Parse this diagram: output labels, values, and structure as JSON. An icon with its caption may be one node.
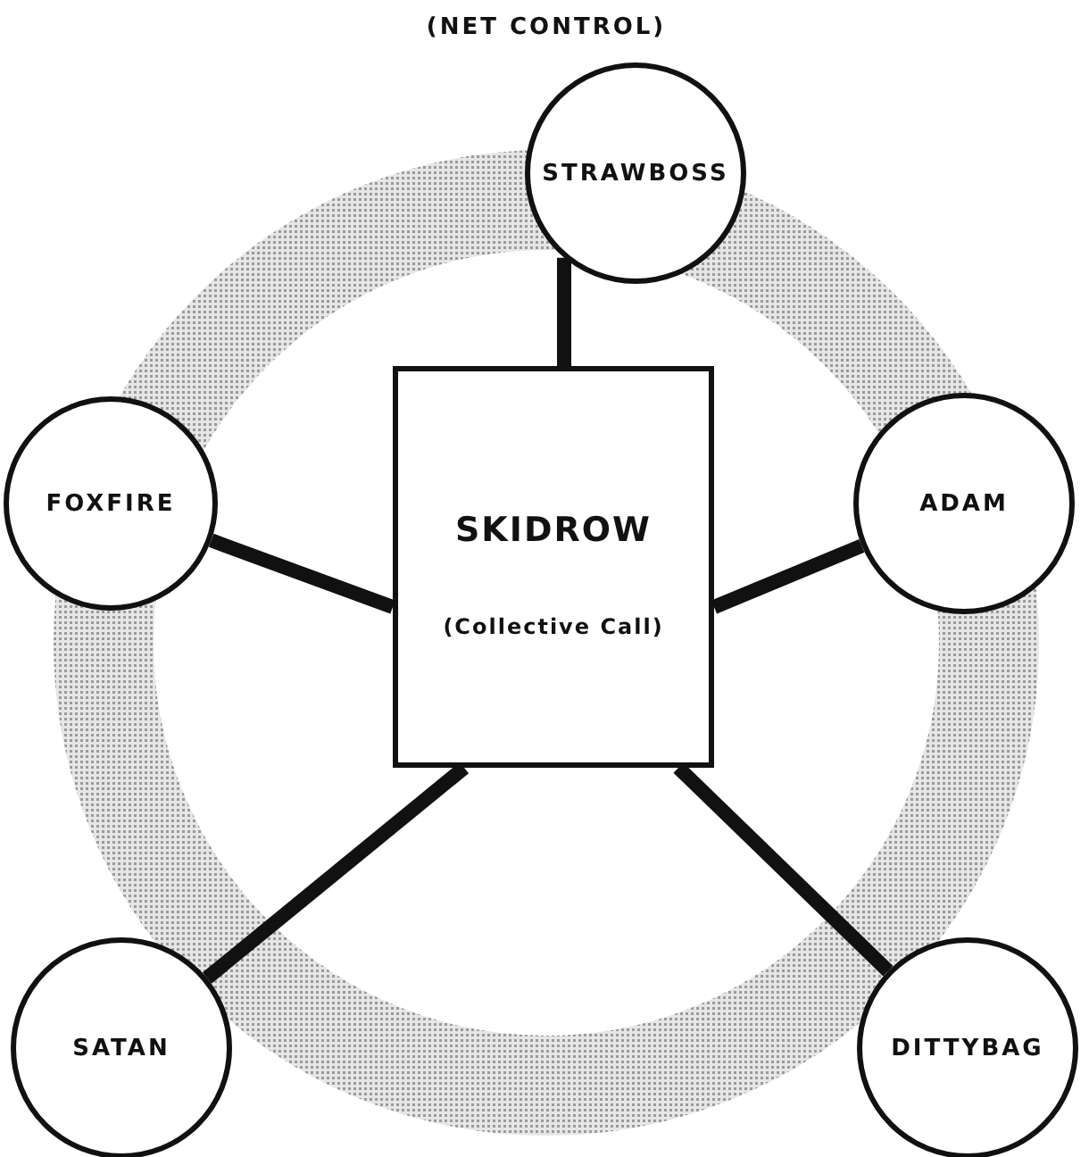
{
  "diagram": {
    "nodes": [
      {
        "text": [
          "STRAWBOSS"
        ],
        "beside": [
          "(NET CONTROL)"
        ]
      },
      {
        "text": [
          "FOXFIRE"
        ]
      },
      {
        "text": [
          "ADAM"
        ]
      },
      {
        "text": [
          "SKIDROW",
          "(Collective Call)"
        ]
      },
      {
        "text": [
          "SATAN"
        ]
      },
      {
        "text": [
          "DITTYBAG"
        ]
      }
    ],
    "edges": [
      {
        "from": 3,
        "to": 0,
        "arrow": "none"
      },
      {
        "from": 3,
        "to": 1,
        "arrow": "none"
      },
      {
        "from": 3,
        "to": 2,
        "arrow": "none"
      },
      {
        "from": 3,
        "to": 4,
        "arrow": "none"
      },
      {
        "from": 3,
        "to": 5,
        "arrow": "none"
      }
    ]
  }
}
